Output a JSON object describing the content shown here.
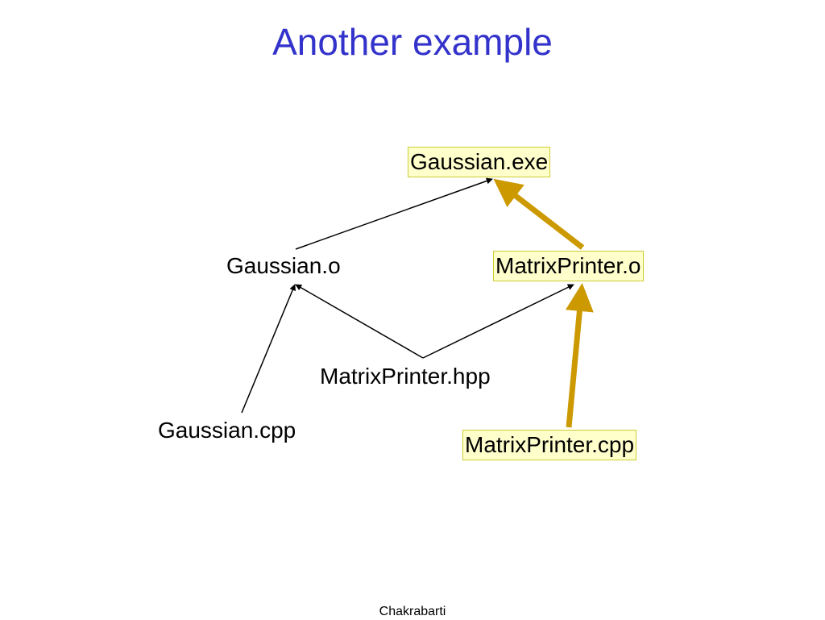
{
  "slide": {
    "title": "Another example",
    "footer": "Chakrabarti"
  },
  "colors": {
    "title": "#3333cc",
    "highlight_fill": "#ffffcc",
    "highlight_border": "#cccc33",
    "rebuild_arrow": "#cc9900",
    "dependency_arrow": "#000000"
  },
  "diagram": {
    "nodes": {
      "gaussian_exe": {
        "label": "Gaussian.exe",
        "highlighted": true
      },
      "gaussian_o": {
        "label": "Gaussian.o",
        "highlighted": false
      },
      "matrixprinter_o": {
        "label": "MatrixPrinter.o",
        "highlighted": true
      },
      "matrixprinter_hpp": {
        "label": "MatrixPrinter.hpp",
        "highlighted": false
      },
      "gaussian_cpp": {
        "label": "Gaussian.cpp",
        "highlighted": false
      },
      "matrixprinter_cpp": {
        "label": "MatrixPrinter.cpp",
        "highlighted": true
      }
    },
    "edges": [
      {
        "from": "gaussian_o",
        "to": "gaussian_exe",
        "highlighted": false
      },
      {
        "from": "matrixprinter_o",
        "to": "gaussian_exe",
        "highlighted": true
      },
      {
        "from": "gaussian_cpp",
        "to": "gaussian_o",
        "highlighted": false
      },
      {
        "from": "matrixprinter_hpp",
        "to": "gaussian_o",
        "highlighted": false
      },
      {
        "from": "matrixprinter_hpp",
        "to": "matrixprinter_o",
        "highlighted": false
      },
      {
        "from": "matrixprinter_cpp",
        "to": "matrixprinter_o",
        "highlighted": true
      }
    ]
  }
}
